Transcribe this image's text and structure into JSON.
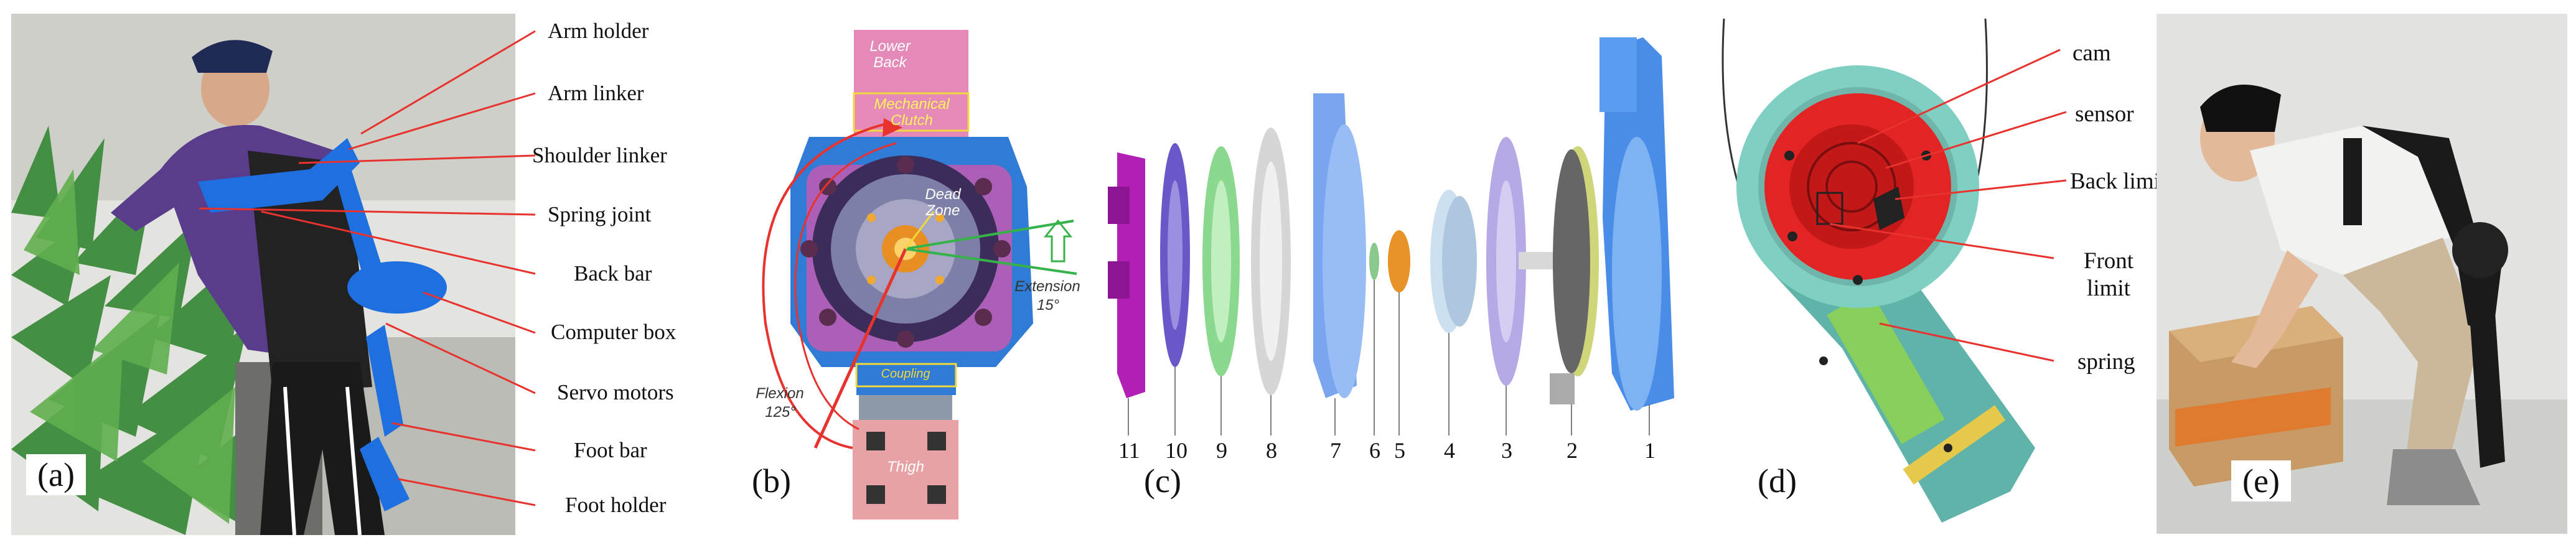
{
  "panel_a": {
    "caption": "(a)",
    "labels": [
      "Arm holder",
      "Arm linker",
      "Shoulder linker",
      "Spring joint",
      "Back bar",
      "Computer box",
      "Servo motors",
      "Foot bar",
      "Foot holder"
    ]
  },
  "panel_b": {
    "caption": "(b)",
    "lower_back": "Lower Back",
    "clutch": "Mechanical Clutch",
    "dead_zone": "Dead Zone",
    "extension": "Extension",
    "extension_angle": "15°",
    "flexion": "Flexion",
    "flexion_angle": "125°",
    "coupling": "Coupling",
    "thigh": "Thigh"
  },
  "panel_c": {
    "caption": "(c)",
    "part_numbers": [
      "11",
      "10",
      "9",
      "8",
      "7",
      "6",
      "5",
      "4",
      "3",
      "2",
      "1"
    ]
  },
  "panel_d": {
    "caption": "(d)",
    "labels": [
      "cam",
      "sensor",
      "Back limit",
      "Front limit",
      "spring"
    ]
  },
  "panel_e": {
    "caption": "(e)"
  },
  "colors": {
    "leader_red": "#e8322d",
    "exo_blue": "#1e6fe0",
    "photo_bg": "#dcdcd8",
    "lower_back_pink": "#e58ab8",
    "coupling_pink": "#e8a2a5"
  }
}
